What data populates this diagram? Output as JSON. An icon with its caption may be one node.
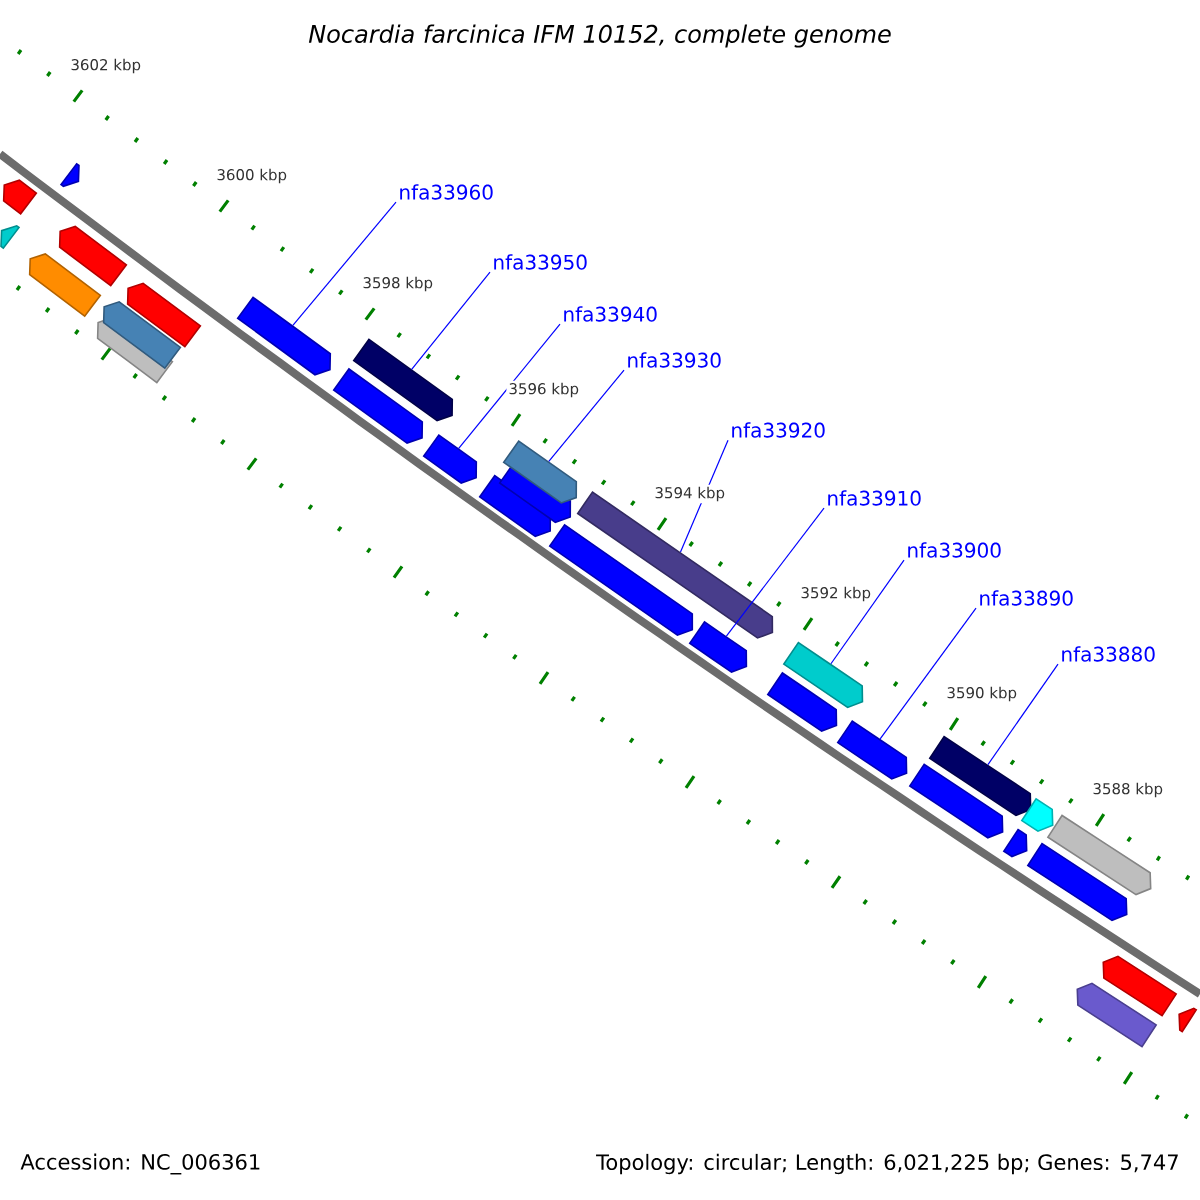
{
  "diagram": {
    "title": "Nocardia farcinica IFM 10152, complete genome",
    "nodes": [
      {
        "text": [
          "nfa33960"
        ]
      },
      {
        "text": [
          "nfa33950"
        ]
      },
      {
        "text": [
          "nfa33940"
        ]
      },
      {
        "text": [
          "nfa33930"
        ]
      },
      {
        "text": [
          "nfa33920"
        ]
      },
      {
        "text": [
          "nfa33910"
        ]
      },
      {
        "text": [
          "nfa33900"
        ]
      },
      {
        "text": [
          "nfa33890"
        ]
      },
      {
        "text": [
          "nfa33880"
        ]
      },
      {
        "text": [],
        "shape": "arrow"
      },
      {
        "text": [],
        "shape": "arrow"
      },
      {
        "text": [],
        "shape": "arrow"
      },
      {
        "text": [],
        "shape": "arrow"
      },
      {
        "text": [],
        "shape": "arrow"
      },
      {
        "text": [],
        "shape": "arrow"
      },
      {
        "text": [],
        "shape": "arrow"
      },
      {
        "text": [],
        "shape": "arrow"
      },
      {
        "text": [],
        "shape": "arrow"
      },
      {
        "text": [],
        "shape": "arrow"
      },
      {
        "text": [],
        "shape": "arrow"
      },
      {
        "text": [],
        "shape": "arrow"
      },
      {
        "text": [],
        "shape": "arrow"
      },
      {
        "text": [],
        "shape": "arrow"
      },
      {
        "text": [],
        "shape": "arrow"
      },
      {
        "text": [],
        "shape": "arrow"
      },
      {
        "text": [],
        "shape": "arrow"
      },
      {
        "text": [],
        "shape": "arrow"
      },
      {
        "text": [],
        "shape": "arrow"
      },
      {
        "text": [],
        "shape": "arrow"
      },
      {
        "text": [],
        "shape": "arrow"
      },
      {
        "text": [],
        "shape": "arrow"
      },
      {
        "text": [],
        "shape": "arrow"
      },
      {
        "text": [],
        "shape": "arrow"
      },
      {
        "text": [],
        "shape": "arrow"
      },
      {
        "text": [],
        "shape": "arrow"
      },
      {
        "text": [],
        "shape": "arrow"
      },
      {
        "text": [],
        "shape": "arrow"
      },
      {
        "text": [],
        "shape": "arrow"
      },
      {
        "text": [],
        "shape": "arrow"
      }
    ],
    "edges": [
      {
        "from": 0,
        "to": 17,
        "arrow": "none"
      },
      {
        "from": 1,
        "to": 19,
        "arrow": "none"
      },
      {
        "from": 2,
        "to": 20,
        "arrow": "none"
      },
      {
        "from": 3,
        "to": 23,
        "arrow": "none"
      },
      {
        "from": 4,
        "to": 25,
        "arrow": "none"
      },
      {
        "from": 5,
        "to": 26,
        "arrow": "none"
      },
      {
        "from": 6,
        "to": 28,
        "arrow": "none"
      },
      {
        "from": 7,
        "to": 29,
        "arrow": "none"
      },
      {
        "from": 8,
        "to": 31,
        "arrow": "none"
      }
    ],
    "labels": [
      "3602 kbp",
      "3600 kbp",
      "3598 kbp",
      "3596 kbp",
      "3594 kbp",
      "3592 kbp",
      "3590 kbp",
      "3588 kbp",
      "Accession: NC_006361",
      "Topology: circular; Length: 6,021,225 bp; Genes: 5,747"
    ]
  }
}
